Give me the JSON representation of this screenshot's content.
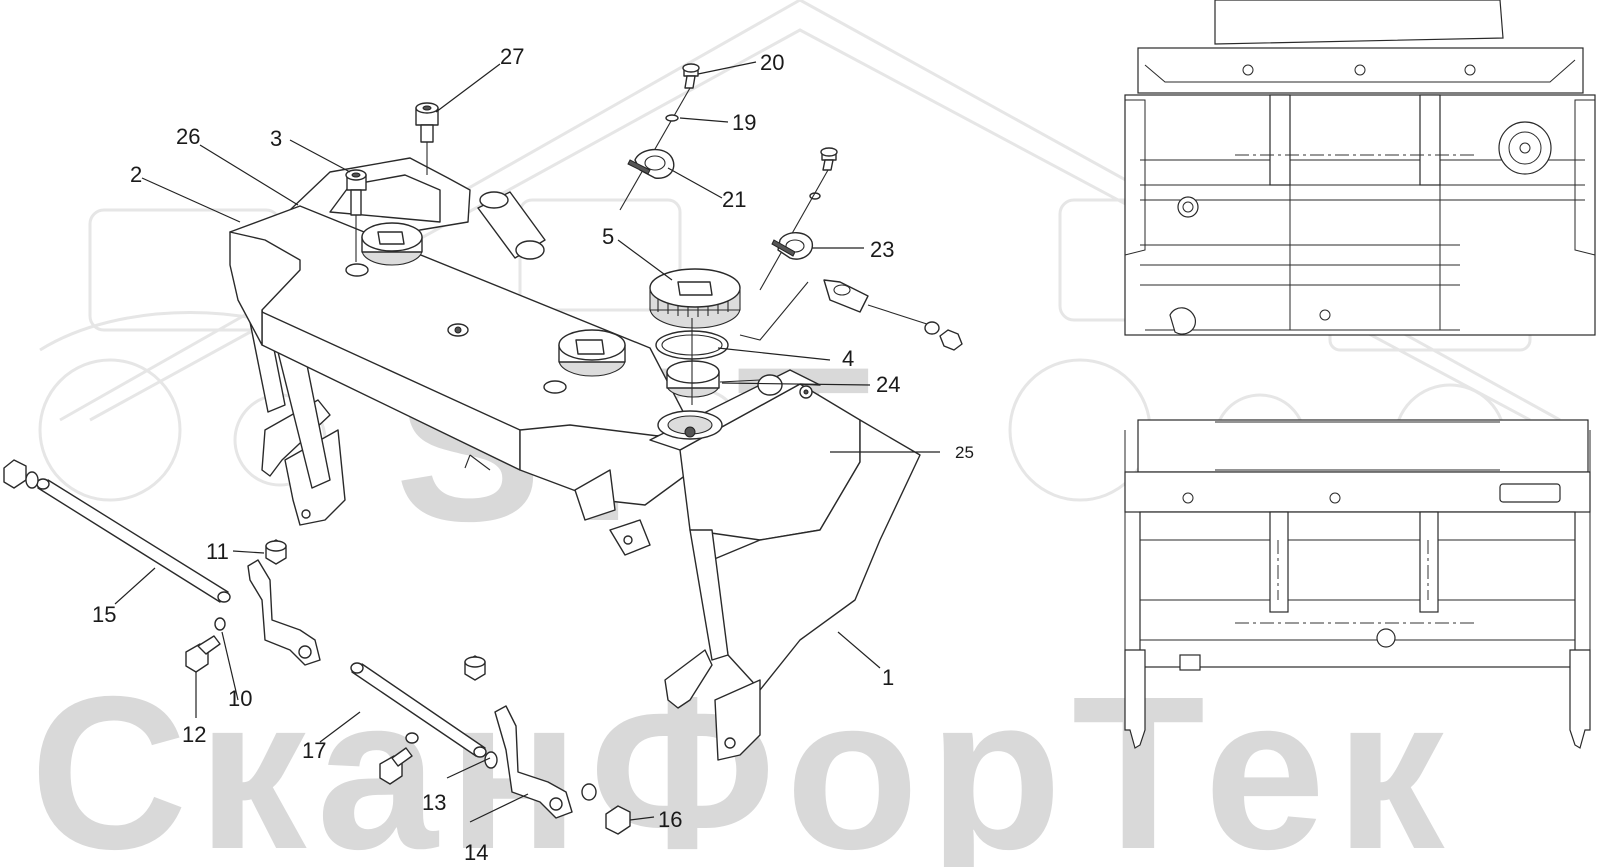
{
  "watermark": {
    "logo_text": "SFT",
    "brand_text": "СканФорТек"
  },
  "callouts": [
    {
      "id": "1",
      "label": "1"
    },
    {
      "id": "2",
      "label": "2"
    },
    {
      "id": "3",
      "label": "3"
    },
    {
      "id": "4",
      "label": "4"
    },
    {
      "id": "5",
      "label": "5"
    },
    {
      "id": "10",
      "label": "10"
    },
    {
      "id": "11",
      "label": "11"
    },
    {
      "id": "12",
      "label": "12"
    },
    {
      "id": "13",
      "label": "13"
    },
    {
      "id": "14",
      "label": "14"
    },
    {
      "id": "15",
      "label": "15"
    },
    {
      "id": "16",
      "label": "16"
    },
    {
      "id": "17",
      "label": "17"
    },
    {
      "id": "19",
      "label": "19"
    },
    {
      "id": "20",
      "label": "20"
    },
    {
      "id": "21",
      "label": "21"
    },
    {
      "id": "23",
      "label": "23"
    },
    {
      "id": "24",
      "label": "24"
    },
    {
      "id": "25",
      "label": "25"
    },
    {
      "id": "26",
      "label": "26"
    },
    {
      "id": "27",
      "label": "27"
    }
  ],
  "colors": {
    "line": "#2a2a2a",
    "watermark": "#d9d9d9",
    "background": "#ffffff"
  }
}
